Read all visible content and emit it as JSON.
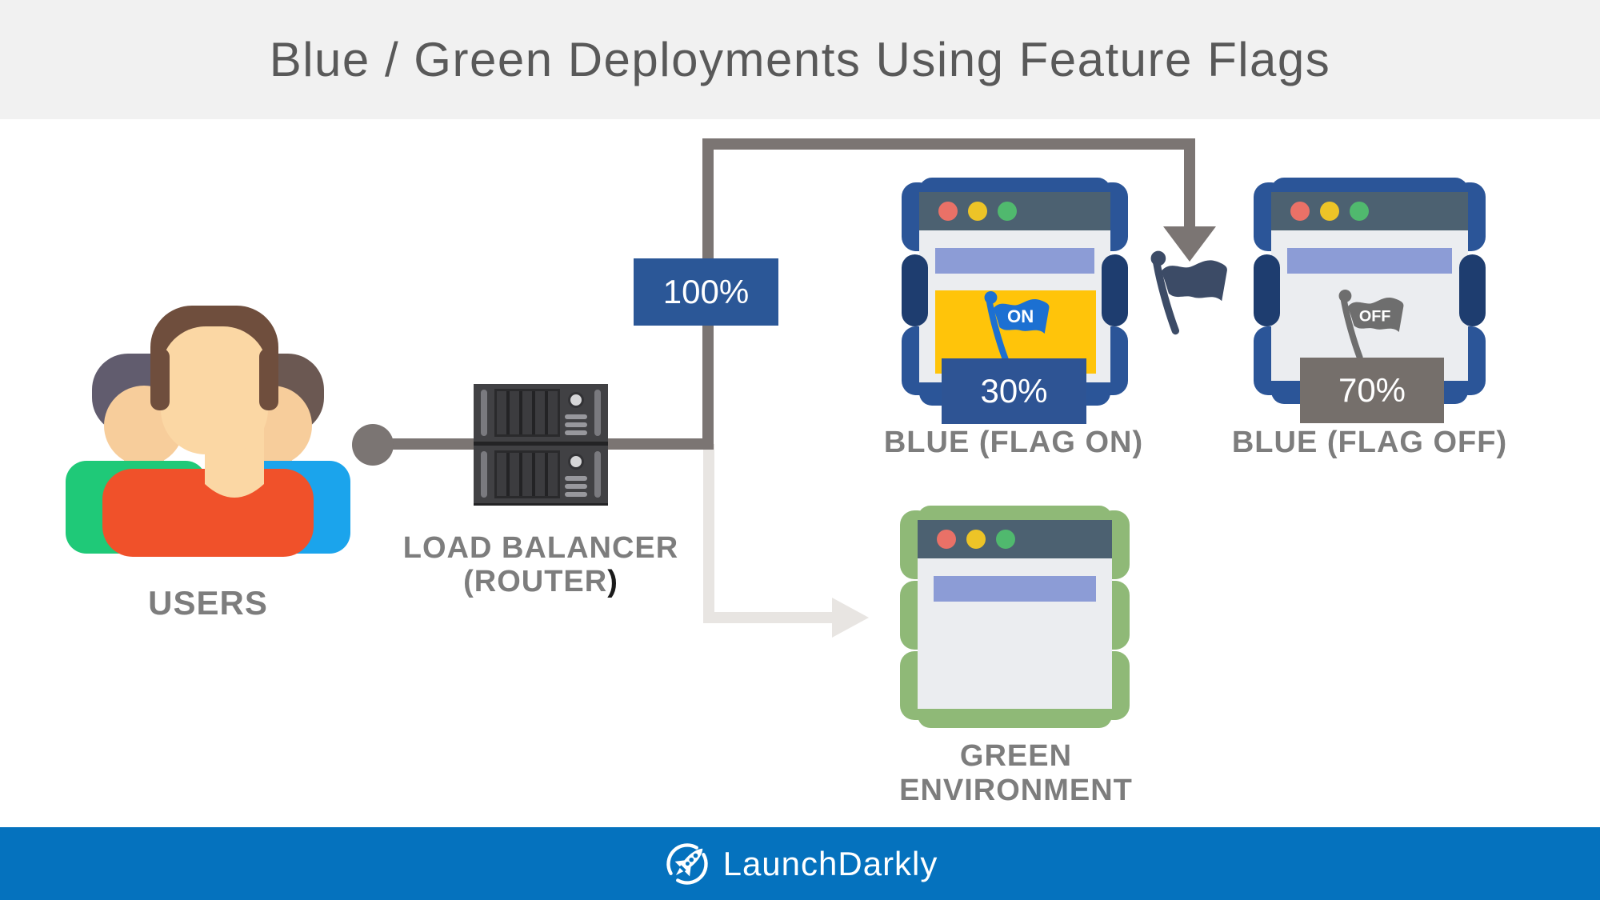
{
  "title": "Blue / Green Deployments Using Feature Flags",
  "diagram": {
    "users": {
      "label": "USERS"
    },
    "load_balancer": {
      "label_line1": "LOAD BALANCER",
      "label_line2_open": "(ROUTER",
      "label_line2_close": ")"
    },
    "router_traffic": "100%",
    "blue_flag_on": {
      "label": "BLUE (FLAG ON)",
      "flag_state": "ON",
      "traffic_share": "30%"
    },
    "blue_flag_off": {
      "label": "BLUE (FLAG OFF)",
      "flag_state": "OFF",
      "traffic_share": "70%"
    },
    "green_environment": {
      "label": "GREEN ENVIRONMENT"
    }
  },
  "footer": {
    "brand": "LaunchDarkly"
  },
  "icons": {
    "users": "users-group-icon",
    "load_balancer": "server-rack-icon",
    "feature_flag_on": "flag-on-icon",
    "feature_flag_off": "flag-off-icon",
    "feature_flag": "flag-icon",
    "brand_logo": "rocket-circle-icon",
    "window_controls": "traffic-light-dots"
  },
  "colors": {
    "header_bg": "#F1F1F1",
    "title_text": "#595959",
    "label_text": "#7D7D7D",
    "connector_dark": "#7B7573",
    "connector_light": "#E8E5E2",
    "badge_blue": "#2B5797",
    "badge_gray": "#756F6B",
    "window_blue": "#2B5598",
    "window_blue_dark": "#1E3D6F",
    "window_green": "#8FB977",
    "window_titlebar": "#4C6171",
    "window_body": "#EBEDF0",
    "address_bar": "#8C9CD6",
    "feature_box_yellow": "#FFC40A",
    "flag_on_blue": "#1C70D2",
    "flag_off_gray": "#6E6E6E",
    "flag_navy": "#3C4B66",
    "footer_bg": "#0572BE"
  }
}
